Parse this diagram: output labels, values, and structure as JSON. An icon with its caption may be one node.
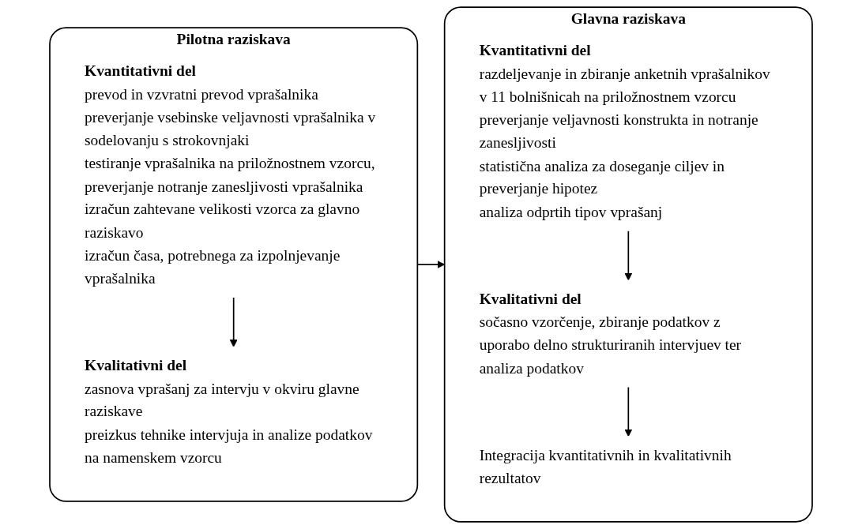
{
  "diagram": {
    "nodes": [
      {
        "text": [
          "Pilotna raziskava"
        ]
      },
      {
        "text": [
          "Kvantitativni del",
          "prevod in vzvratni prevod vprašalnika",
          "preverjanje vsebinske veljavnosti vprašalnika v sodelovanju s strokovnjaki",
          "testiranje vprašalnika na priložnostnem vzorcu, preverjanje notranje zanesljivosti vprašalnika",
          "izračun zahtevane velikosti vzorca za glavno raziskavo",
          "izračun časa, potrebnega za izpolnjevanje vprašalnika"
        ],
        "in": 0
      },
      {
        "text": [
          "Kvalitativni del",
          "zasnova vprašanj za intervju v okviru glavne raziskave",
          "preizkus tehnike intervjuja in analize podatkov na namenskem vzorcu"
        ],
        "in": 0
      },
      {
        "text": [
          "Glavna raziskava"
        ]
      },
      {
        "text": [
          "Kvantitativni del",
          "razdeljevanje in zbiranje anketnih vprašalnikov v 11 bolnišnicah na priložnostnem vzorcu",
          "preverjanje veljavnosti konstrukta in notranje zanesljivosti",
          "statistična analiza za doseganje ciljev in preverjanje hipotez",
          "analiza odprtih tipov vprašanj"
        ],
        "in": 3
      },
      {
        "text": [
          "Kvalitativni del",
          "sočasno vzorčenje, zbiranje podatkov z uporabo delno strukturiranih intervjuev ter analiza podatkov"
        ],
        "in": 3
      },
      {
        "text": [
          "Integracija kvantitativnih in kvalitativnih rezultatov"
        ],
        "in": 3
      }
    ],
    "edges": [
      {
        "from": 1,
        "to": 2,
        "arrow": "to"
      },
      {
        "from": 0,
        "to": 3,
        "arrow": "to"
      },
      {
        "from": 4,
        "to": 5,
        "arrow": "to"
      },
      {
        "from": 5,
        "to": 6,
        "arrow": "to"
      }
    ]
  }
}
